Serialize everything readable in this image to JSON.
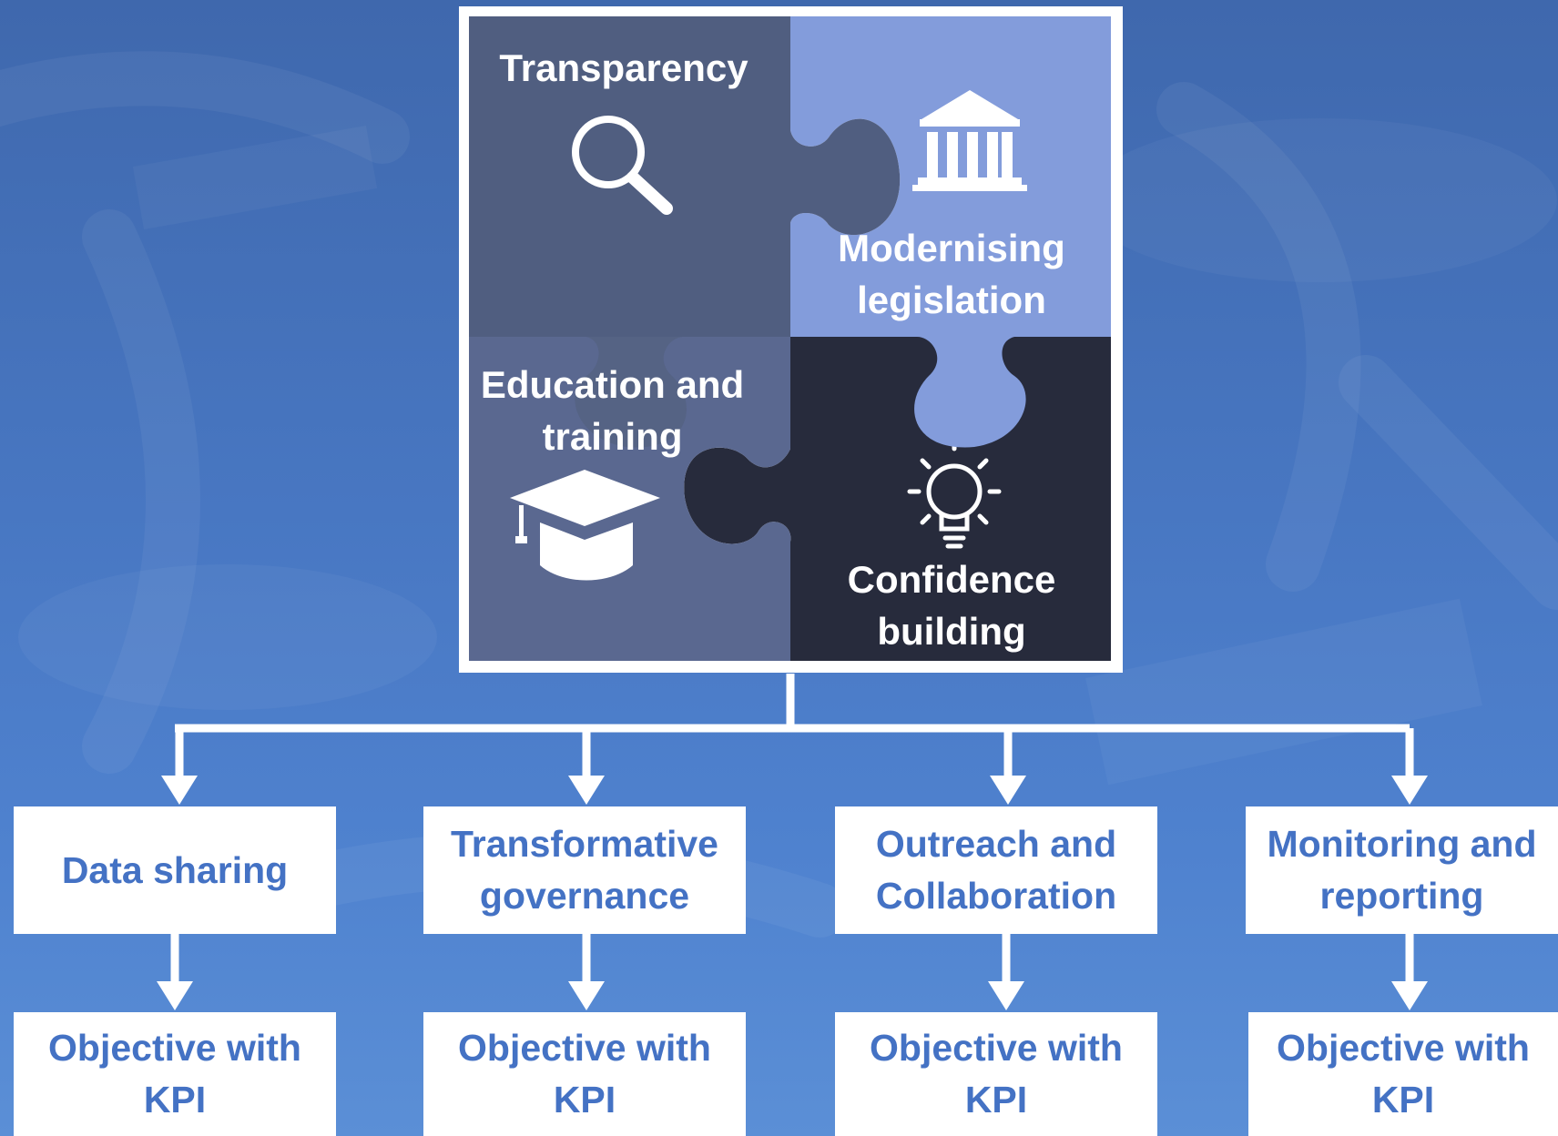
{
  "puzzle": {
    "pieces": [
      {
        "id": "transparency",
        "label": "Transparency",
        "icon": "magnifier-icon",
        "color": "#505e80"
      },
      {
        "id": "modernising",
        "label": "Modernising legislation",
        "icon": "institution-icon",
        "color": "#839cdb"
      },
      {
        "id": "education",
        "label": "Education and training",
        "icon": "graduation-cap-icon",
        "color": "#5a6890"
      },
      {
        "id": "confidence",
        "label": "Confidence building",
        "icon": "lightbulb-icon",
        "color": "#272b3c"
      }
    ]
  },
  "pillars": [
    {
      "label": "Data sharing",
      "objective": "Objective with KPI"
    },
    {
      "label": "Transformative governance",
      "objective": "Objective with KPI"
    },
    {
      "label": "Outreach and Collaboration",
      "objective": "Objective with KPI"
    },
    {
      "label": "Monitoring and reporting",
      "objective": "Objective with KPI"
    }
  ],
  "colors": {
    "box_text": "#4472c4",
    "connector": "#ffffff",
    "frame": "#ffffff"
  }
}
